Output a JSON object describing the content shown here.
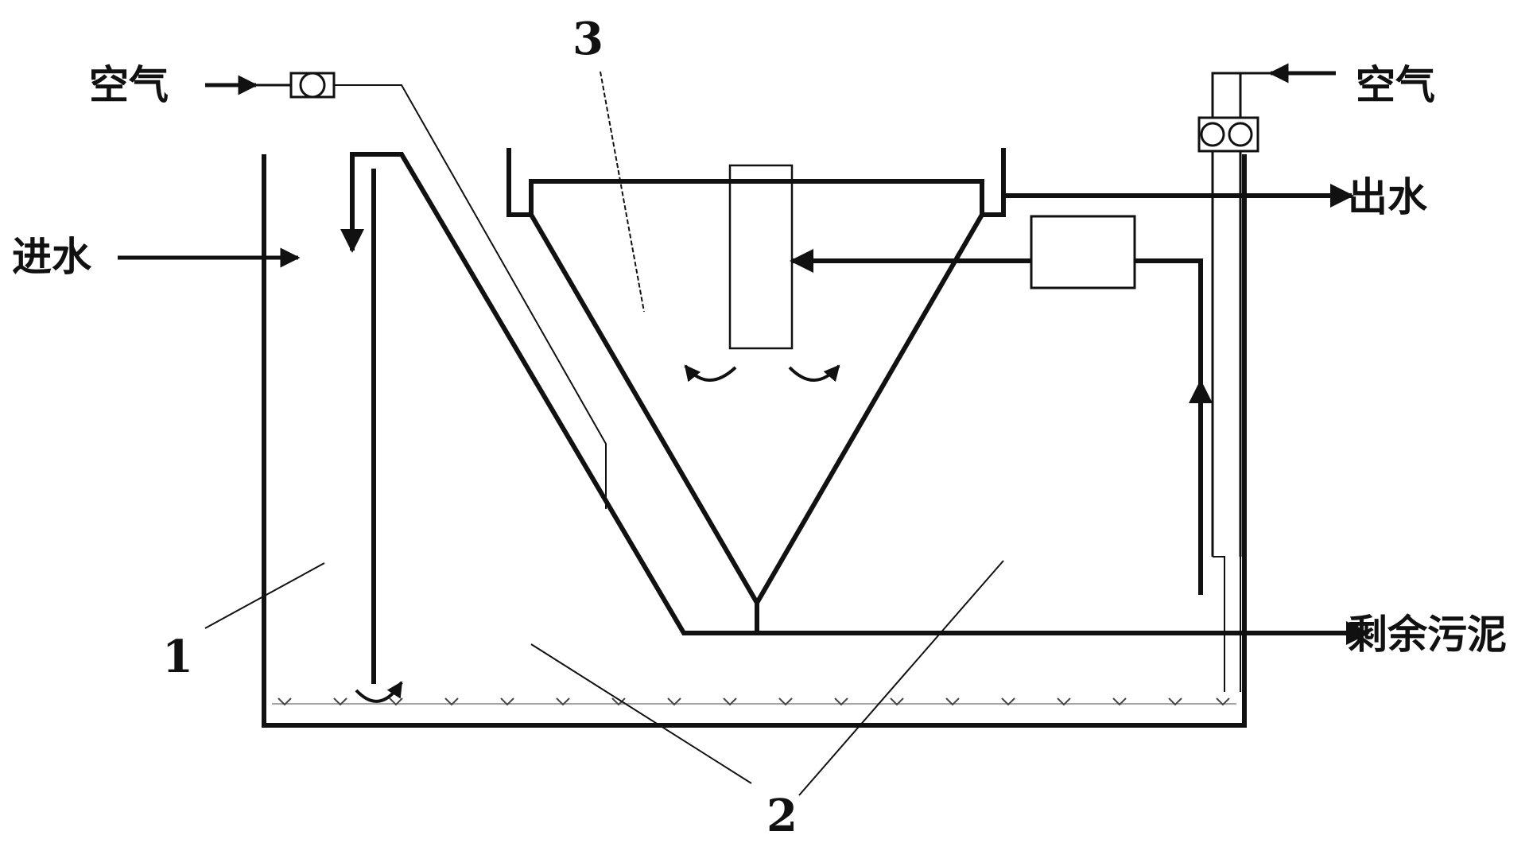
{
  "labels": {
    "air_left": "空气",
    "air_right": "空气",
    "inflow": "进水",
    "outflow": "出水",
    "excess_sludge": "剩余污泥",
    "zone_1": "1",
    "zone_2": "2",
    "zone_3": "3"
  }
}
